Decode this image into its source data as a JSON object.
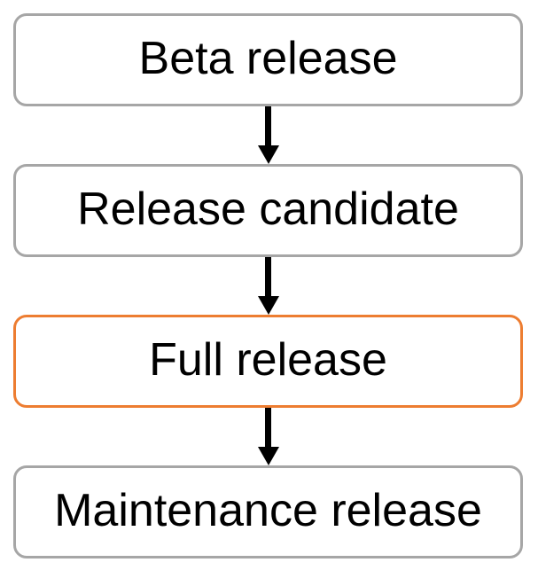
{
  "diagram": {
    "type": "flowchart",
    "direction": "vertical",
    "nodes": [
      {
        "label": "Beta release",
        "highlighted": false
      },
      {
        "label": "Release candidate",
        "highlighted": false
      },
      {
        "label": "Full release",
        "highlighted": true
      },
      {
        "label": "Maintenance release",
        "highlighted": false
      }
    ],
    "connectors": [
      {
        "from": "Beta release",
        "to": "Release candidate",
        "style": "arrow-down"
      },
      {
        "from": "Release candidate",
        "to": "Full release",
        "style": "arrow-down"
      },
      {
        "from": "Full release",
        "to": "Maintenance release",
        "style": "arrow-down"
      }
    ],
    "colors": {
      "node_border": "#a6a6a6",
      "highlight_border": "#ed7d31",
      "node_fill": "#ffffff",
      "text": "#000000",
      "arrow": "#000000",
      "background": "#ffffff"
    }
  }
}
